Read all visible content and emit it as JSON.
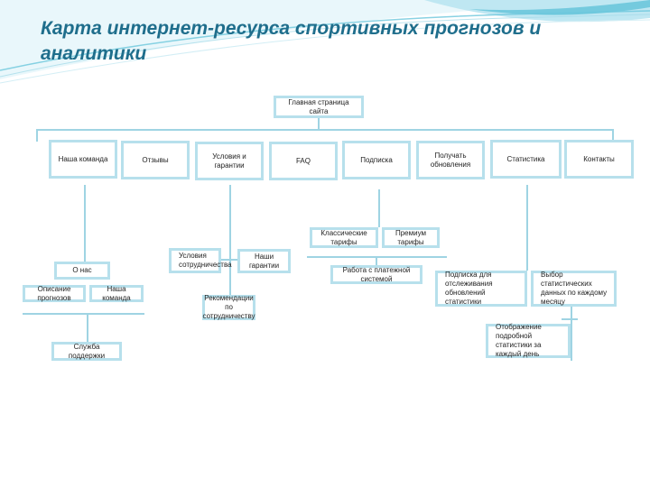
{
  "title": "Карта интернет-ресурса спортивных прогнозов и аналитики",
  "colors": {
    "title": "#1f6e8c",
    "box_border": "#b7e0ec",
    "connector": "#9fd4e3",
    "wave": "#6cc7dc"
  },
  "nodes": {
    "home": "Главная страница сайта",
    "our_team": "Наша команда",
    "reviews": "Отзывы",
    "terms": "Условия и гарантии",
    "faq": "FAQ",
    "subscription": "Подписка",
    "get_updates": "Получать обновления",
    "statistics": "Статистика",
    "contacts": "Контакты",
    "about": "О нас",
    "forecast_description": "Описание прогнозов",
    "our_team_sub": "Наша команда",
    "support": "Служба поддержки",
    "cooperation_terms": "Условия сотрудничества",
    "our_guarantees": "Наши гарантии",
    "cooperation_recommendations": "Рекомендации по сотрудничеству",
    "classic_plans": "Классические тарифы",
    "premium_plans": "Премиум тарифы",
    "payment_system": "Работа с платежной системой",
    "stats_updates_subscription": "Подписка для отслеживания обновлений статистики",
    "monthly_stats_selection": "Выбор статистических данных по каждому месяцу",
    "daily_stats_display": "Отображение подробной статистики за каждый день"
  }
}
